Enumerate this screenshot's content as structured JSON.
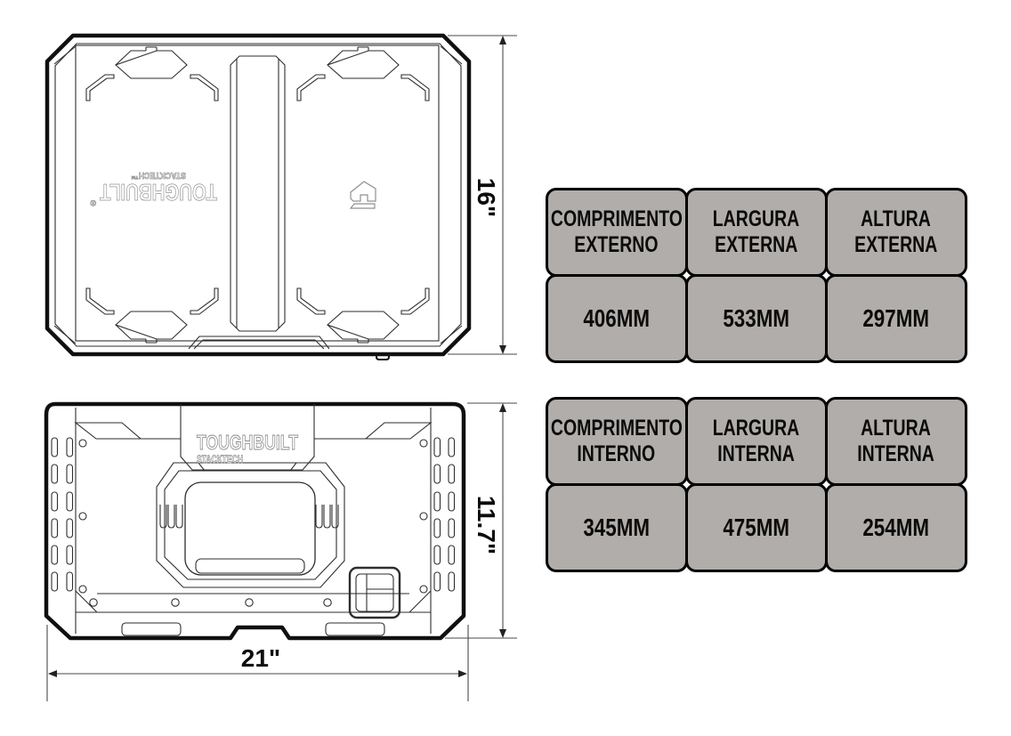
{
  "colors": {
    "cell_bg": "#b0adaa",
    "cell_border": "#000000",
    "outline": "#101010",
    "detail_line": "#2e2e2e",
    "dim_line": "#4a4a4a",
    "logo_stroke": "#949494",
    "background": "#ffffff"
  },
  "top_view": {
    "logo": {
      "brand": "TOUGHBUILT",
      "reg": "®",
      "sub_full": "STACKTECH™"
    },
    "dim_height": "16\""
  },
  "front_view": {
    "logo": {
      "brand": "TOUGHBUILT",
      "sub": "STACKTECH"
    },
    "dim_height": "11.7\"",
    "dim_width": "21\""
  },
  "tables": {
    "external": {
      "cells": [
        {
          "h1": "COMPRIMENTO",
          "h2": "EXTERNO",
          "value": "406MM"
        },
        {
          "h1": "LARGURA",
          "h2": "EXTERNA",
          "value": "533MM"
        },
        {
          "h1": "ALTURA",
          "h2": "EXTERNA",
          "value": "297MM"
        }
      ]
    },
    "internal": {
      "cells": [
        {
          "h1": "COMPRIMENTO",
          "h2": "INTERNO",
          "value": "345MM"
        },
        {
          "h1": "LARGURA",
          "h2": "INTERNA",
          "value": "475MM"
        },
        {
          "h1": "ALTURA",
          "h2": "INTERNA",
          "value": "254MM"
        }
      ]
    }
  }
}
